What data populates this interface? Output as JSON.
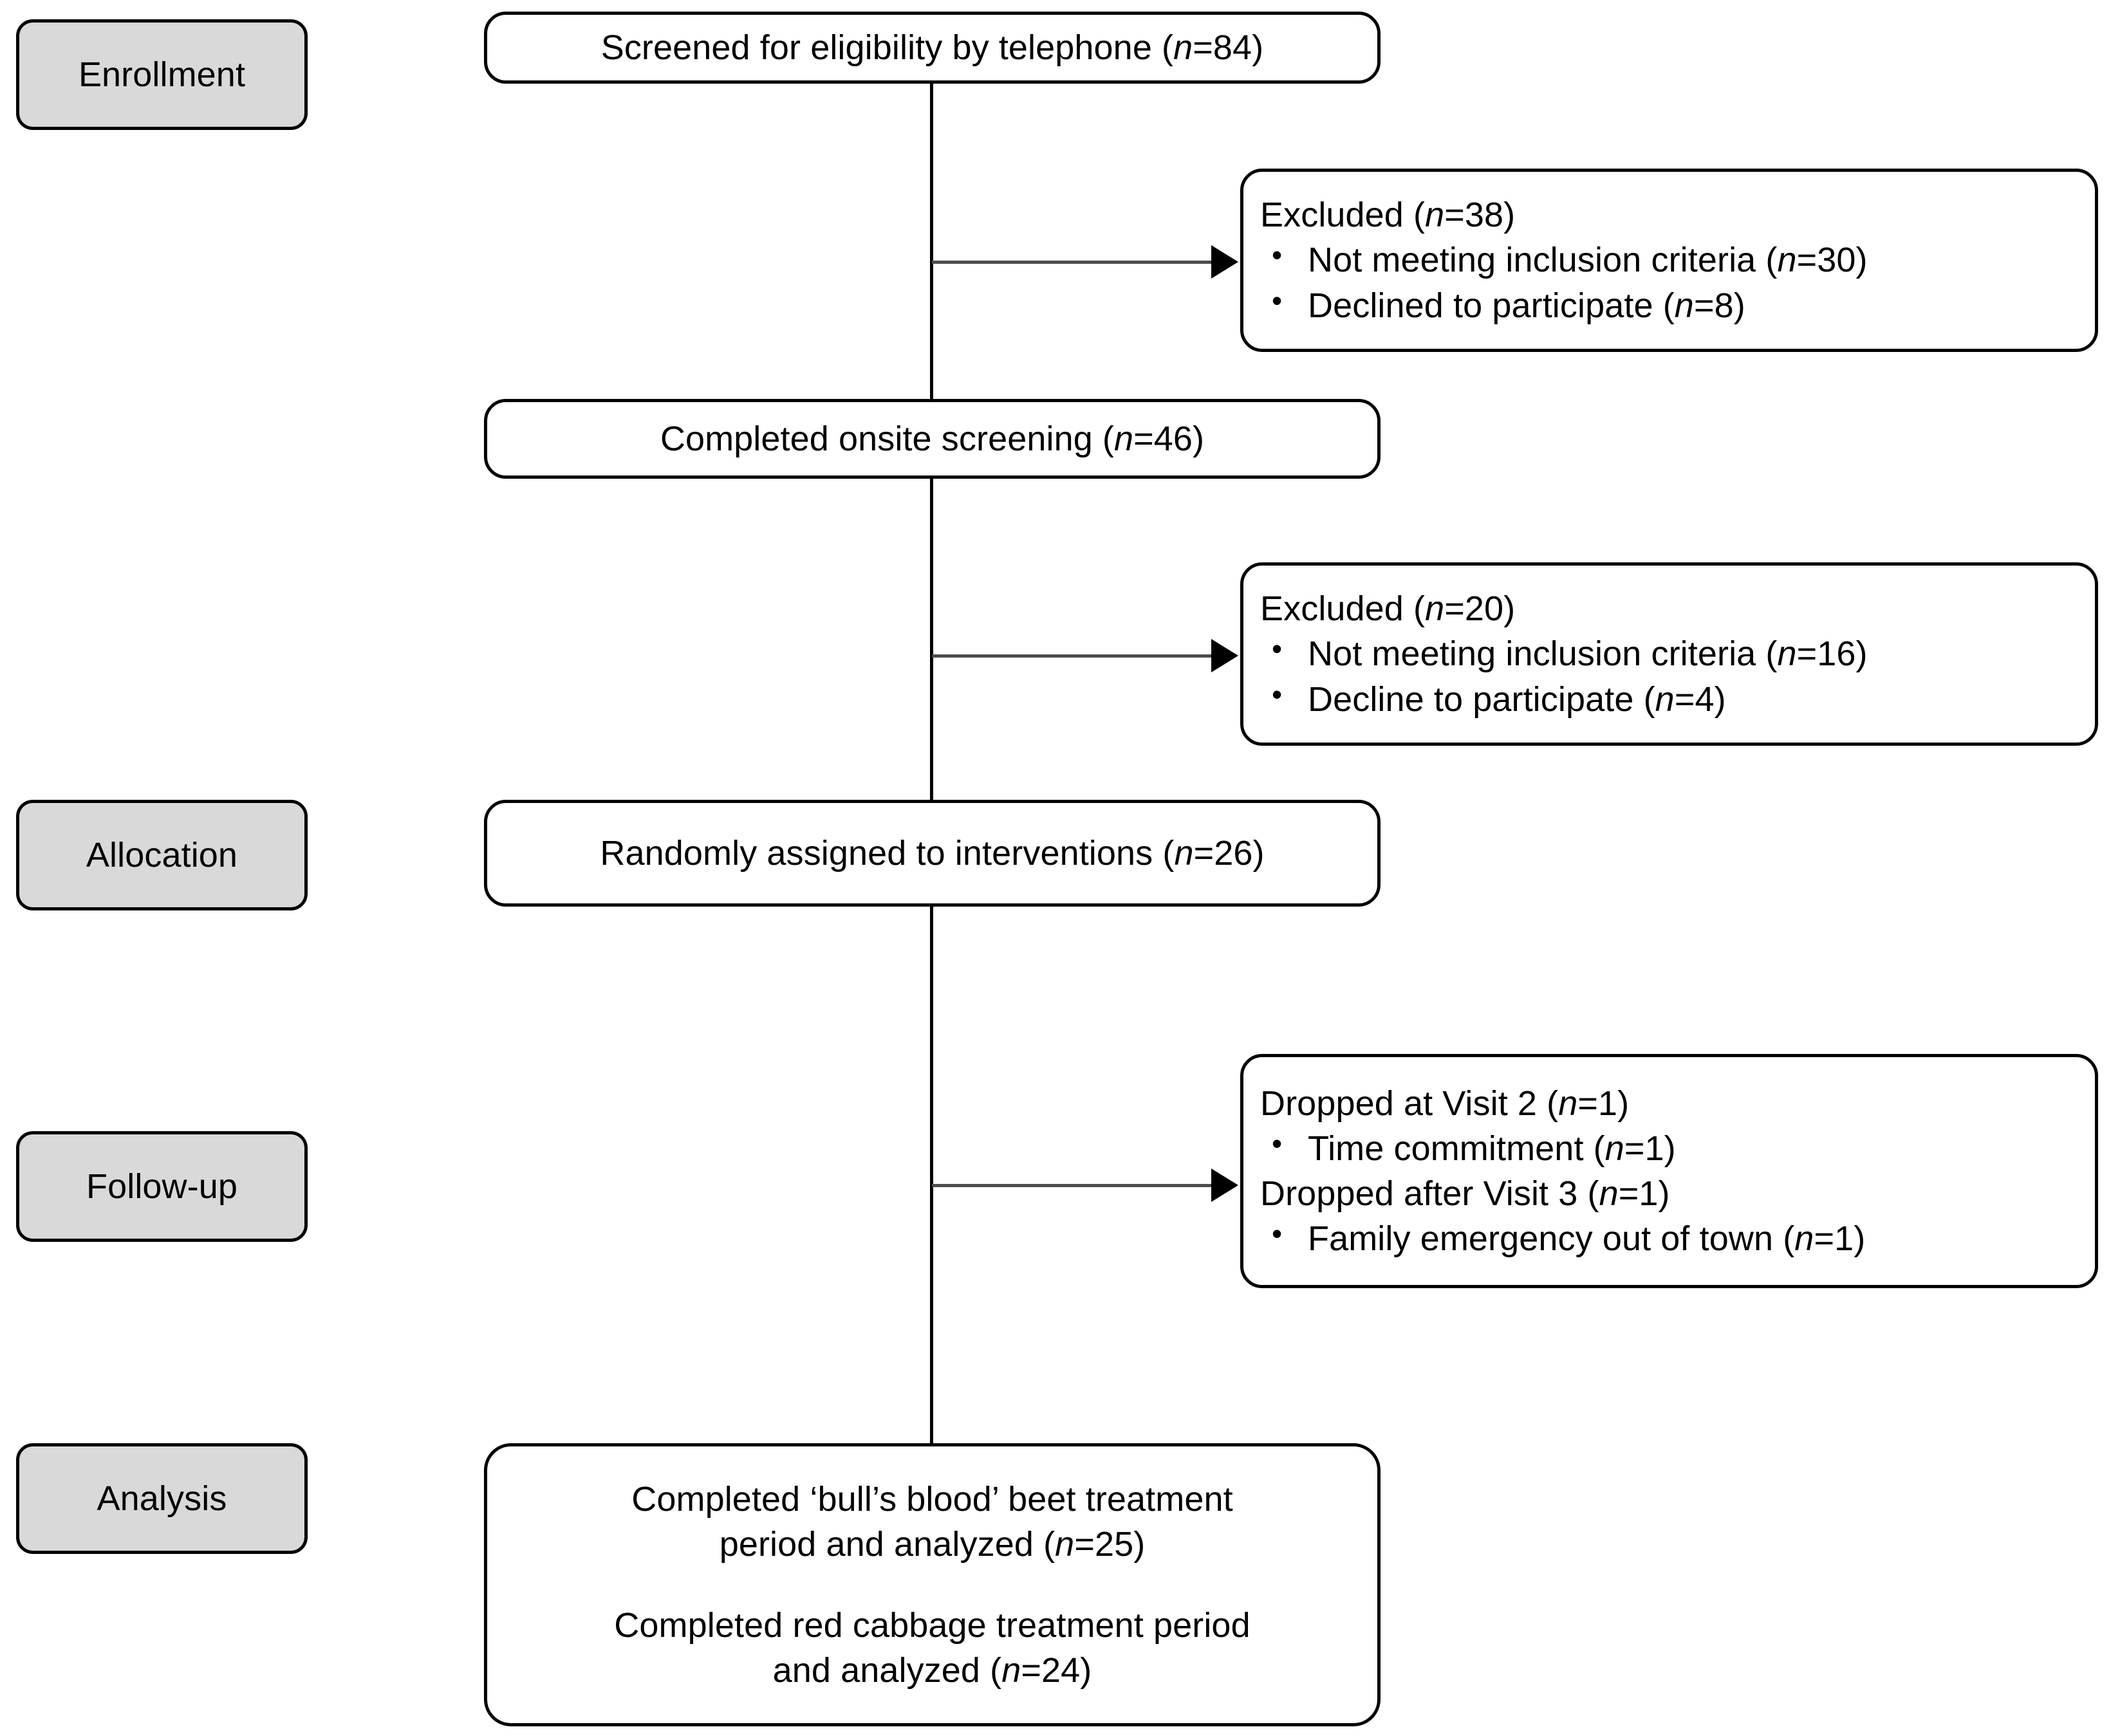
{
  "diagram": {
    "title": "CONSORT participant flow diagram",
    "stages": [
      {
        "id": "enrollment",
        "label": "Enrollment"
      },
      {
        "id": "allocation",
        "label": "Allocation"
      },
      {
        "id": "followup",
        "label": "Follow-up"
      },
      {
        "id": "analysis",
        "label": "Analysis"
      }
    ],
    "nodes": {
      "screened": {
        "text_before": "Screened for eligibility  by telephone (",
        "n_symbol": "n",
        "text_after": "=84)"
      },
      "onsite": {
        "text_before": "Completed onsite screening (",
        "n_symbol": "n",
        "text_after": "=46)"
      },
      "randomized": {
        "text_before": "Randomly  assigned to interventions (",
        "n_symbol": "n",
        "text_after": "=26)"
      },
      "excluded_1": {
        "header_before": "Excluded  (",
        "header_n": "n",
        "header_after": "=38)",
        "items": [
          {
            "before": "Not meeting inclusion criteria (",
            "n": "n",
            "after": "=30)"
          },
          {
            "before": "Declined to participate (",
            "n": "n",
            "after": "=8)"
          }
        ]
      },
      "excluded_2": {
        "header_before": "Excluded  (",
        "header_n": "n",
        "header_after": "=20)",
        "items": [
          {
            "before": "Not meeting inclusion criteria (",
            "n": "n",
            "after": "=16)"
          },
          {
            "before": "Decline to participate (",
            "n": "n",
            "after": "=4)"
          }
        ]
      },
      "dropouts": {
        "header1_before": "Dropped at Visit 2 (",
        "header1_n": "n",
        "header1_after": "=1)",
        "item1_before": "Time commitment  (",
        "item1_n": "n",
        "item1_after": "=1)",
        "header2_before": "Dropped after Visit 3 (",
        "header2_n": "n",
        "header2_after": "=1)",
        "item2_before": "Family emergency out of town (",
        "item2_n": "n",
        "item2_after": "=1)"
      },
      "analysis": {
        "line1": "Completed ‘bull’s blood’ beet treatment",
        "line2_before": "period and analyzed (",
        "line2_n": "n",
        "line2_after": "=25)",
        "line3": "Completed red cabbage treatment period",
        "line4_before": "and analyzed (",
        "line4_n": "n",
        "line4_after": "=24)"
      }
    },
    "colors": {
      "stage_fill": "#d9d9d9",
      "box_fill": "#ffffff",
      "stroke": "#000000",
      "connector": "#4d4d4d"
    }
  }
}
